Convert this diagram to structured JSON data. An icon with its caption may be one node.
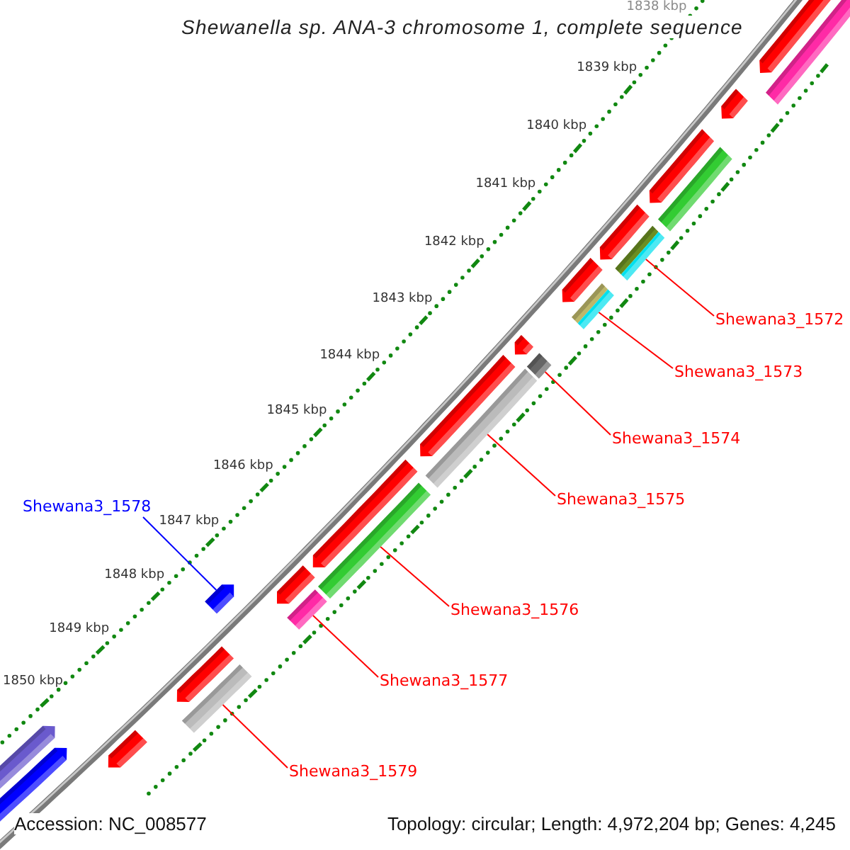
{
  "diagram": {
    "title": "Shewanella sp. ANA-3 chromosome 1, complete sequence",
    "nodes": [
      {
        "text": [
          "Shewana3_1572"
        ]
      },
      {
        "text": [
          "Shewana3_1573"
        ]
      },
      {
        "text": [
          "Shewana3_1574"
        ]
      },
      {
        "text": [
          "Shewana3_1575"
        ]
      },
      {
        "text": [
          "Shewana3_1578"
        ]
      },
      {
        "text": [
          "Shewana3_1576"
        ]
      },
      {
        "text": [
          "Shewana3_1577"
        ]
      },
      {
        "text": [
          "Shewana3_1579"
        ]
      },
      {
        "text": [],
        "shape": "bar"
      },
      {
        "text": [],
        "shape": "bar"
      },
      {
        "text": [],
        "shape": "bar"
      },
      {
        "text": [],
        "shape": "bar"
      },
      {
        "text": [],
        "shape": "bar"
      },
      {
        "text": [],
        "shape": "bar"
      },
      {
        "text": [],
        "shape": "bar"
      },
      {
        "text": [],
        "shape": "bar"
      }
    ],
    "edges": [
      {
        "from": 0,
        "to": 8,
        "arrow": "none"
      },
      {
        "from": 1,
        "to": 9,
        "arrow": "none"
      },
      {
        "from": 2,
        "to": 10,
        "arrow": "none"
      },
      {
        "from": 3,
        "to": 11,
        "arrow": "none"
      },
      {
        "from": 4,
        "to": 12,
        "arrow": "none",
        "color": "#0000ff"
      },
      {
        "from": 5,
        "to": 13,
        "arrow": "none"
      },
      {
        "from": 6,
        "to": 14,
        "arrow": "none"
      },
      {
        "from": 7,
        "to": 15,
        "arrow": "none"
      }
    ],
    "labels": [
      "1838 kbp",
      "1839 kbp",
      "1840 kbp",
      "1841 kbp",
      "1842 kbp",
      "1843 kbp",
      "1844 kbp",
      "1845 kbp",
      "1846 kbp",
      "1847 kbp",
      "1848 kbp",
      "1849 kbp",
      "1850 kbp",
      "Accession: NC_008577",
      "Topology: circular; Length: 4,972,204 bp; Genes: 4,245"
    ]
  }
}
